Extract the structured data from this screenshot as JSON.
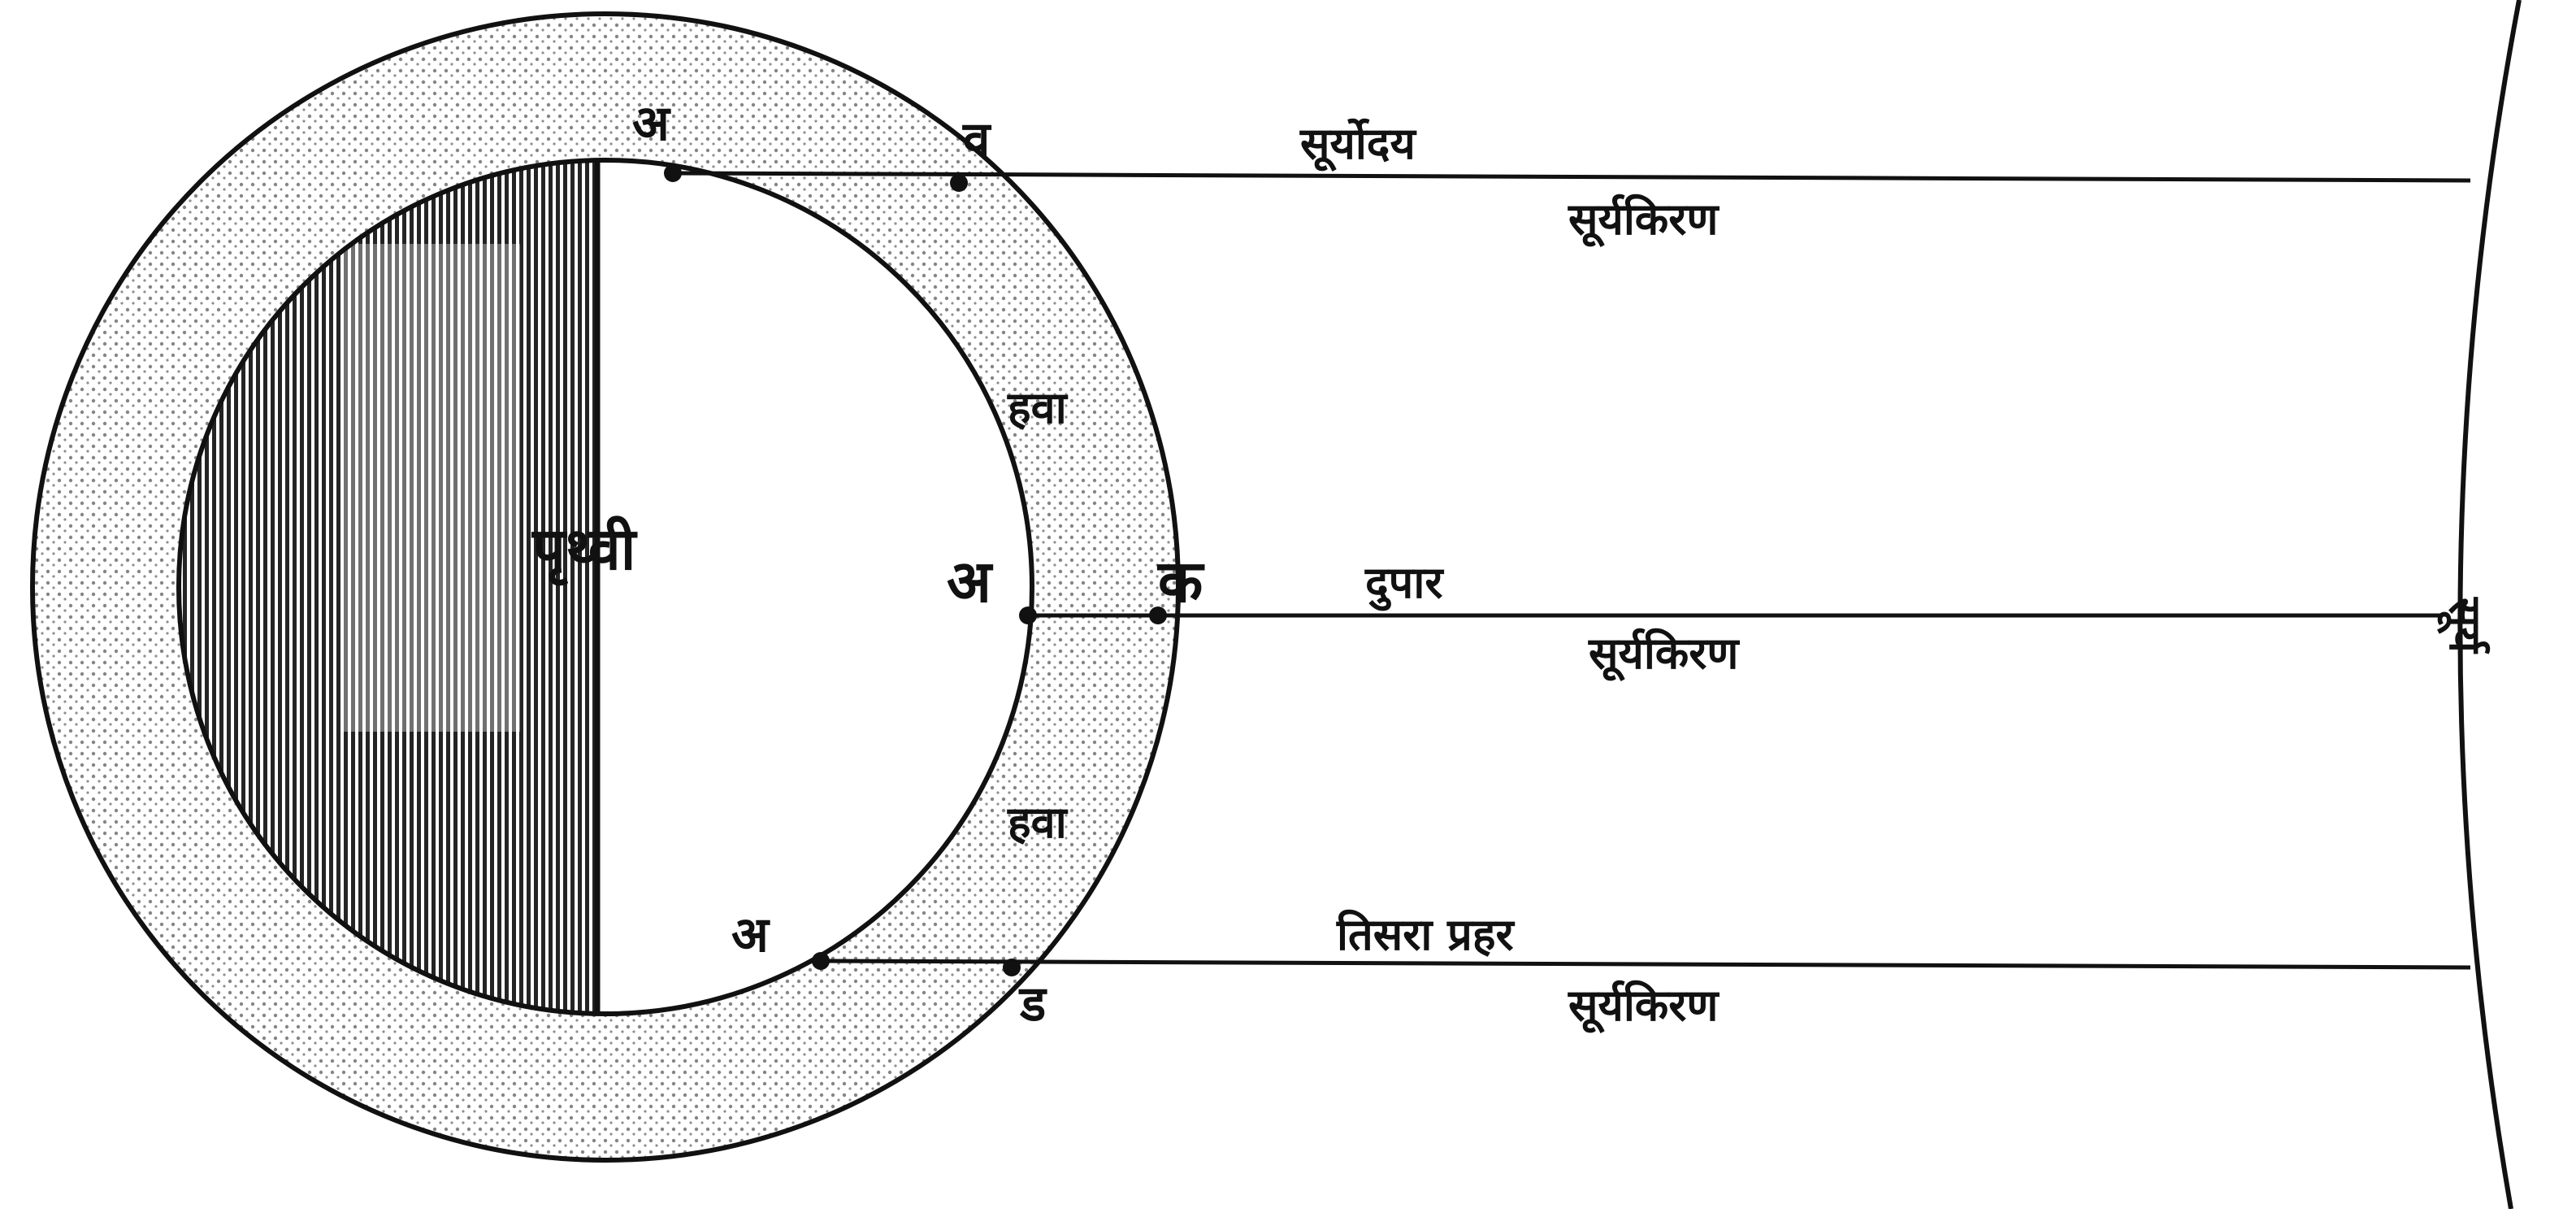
{
  "diagram": {
    "earth_label": "पृथ्वी",
    "air_labels": [
      "हवा",
      "हवा"
    ],
    "point_labels": {
      "a_top": "अ",
      "a_middle": "अ",
      "a_bottom": "अ",
      "b": "व",
      "k": "क",
      "d": "ड"
    },
    "rays": [
      {
        "time_label": "सूर्योदय",
        "ray_label": "सूर्यकिरण"
      },
      {
        "time_label": "दुपार",
        "ray_label": "सूर्यकिरण"
      },
      {
        "time_label": "तिसरा प्रहर",
        "ray_label": "सूर्यकिरण"
      }
    ],
    "sun_label": "सूर्य",
    "colors": {
      "ink": "#111111",
      "paper": "#ffffff"
    }
  }
}
